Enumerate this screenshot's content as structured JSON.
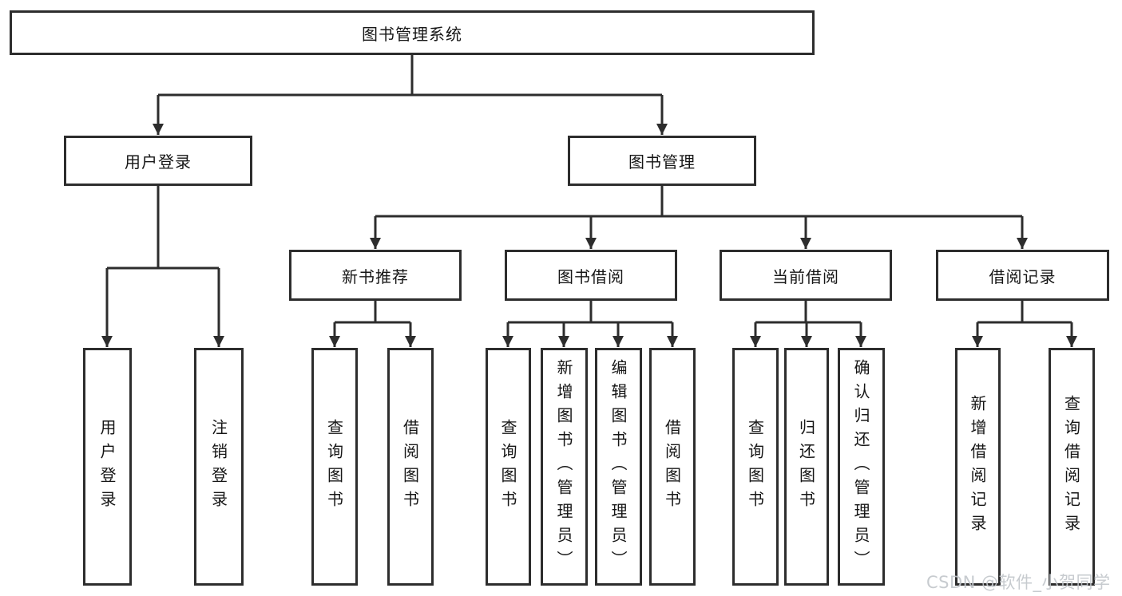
{
  "tree": {
    "root": {
      "label": "图书管理系统"
    },
    "branches": [
      {
        "label": "用户登录",
        "leaves": [
          {
            "label": "用户登录"
          },
          {
            "label": "注销登录"
          }
        ]
      },
      {
        "label": "图书管理",
        "sections": [
          {
            "label": "新书推荐",
            "leaves": [
              {
                "label": "查询图书"
              },
              {
                "label": "借阅图书"
              }
            ]
          },
          {
            "label": "图书借阅",
            "leaves": [
              {
                "label": "查询图书"
              },
              {
                "label": "新增图书（管理员）"
              },
              {
                "label": "编辑图书（管理员）"
              },
              {
                "label": "借阅图书"
              }
            ]
          },
          {
            "label": "当前借阅",
            "leaves": [
              {
                "label": "查询图书"
              },
              {
                "label": "归还图书"
              },
              {
                "label": "确认归还（管理员）"
              }
            ]
          },
          {
            "label": "借阅记录",
            "leaves": [
              {
                "label": "新增借阅记录"
              },
              {
                "label": "查询借阅记录"
              }
            ]
          }
        ]
      }
    ]
  },
  "watermark": {
    "text": "CSDN @软件_小贺同学"
  },
  "colors": {
    "line": "#2d2d2d",
    "text": "#161616",
    "watermark": "#c3c7cc",
    "background": "#ffffff"
  }
}
